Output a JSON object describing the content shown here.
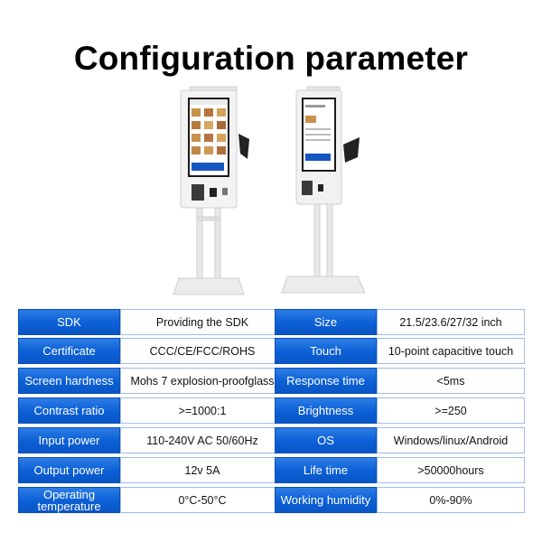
{
  "title": "Configuration parameter",
  "specs": [
    {
      "label_left": "SDK",
      "value_left": "Providing the SDK",
      "label_right": "Size",
      "value_right": "21.5/23.6/27/32 inch"
    },
    {
      "label_left": "Certificate",
      "value_left": "CCC/CE/FCC/ROHS",
      "label_right": "Touch",
      "value_right": "10-point capacitive touch"
    },
    {
      "label_left": "Screen hardness",
      "value_left": "Mohs 7 explosion-proofglass",
      "label_right": "Response time",
      "value_right": "<5ms"
    },
    {
      "label_left": "Contrast ratio",
      "value_left": ">=1000:1",
      "label_right": "Brightness",
      "value_right": ">=250"
    },
    {
      "label_left": "Input power",
      "value_left": "110-240V AC 50/60Hz",
      "label_right": "OS",
      "value_right": "Windows/linux/Android"
    },
    {
      "label_left": "Output power",
      "value_left": "12v 5A",
      "label_right": "Life time",
      "value_right": ">50000hours"
    },
    {
      "label_left": "Operating temperature",
      "value_left": "0°C-50°C",
      "label_right": "Working humidity",
      "value_right": "0%-90%"
    }
  ]
}
